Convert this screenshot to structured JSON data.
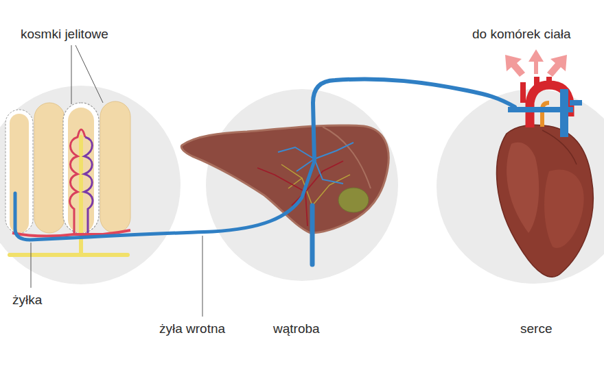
{
  "diagram": {
    "labels": [
      "kosmki jelitowe",
      "do komórek ciała",
      "żyłka",
      "żyła wrotna",
      "wątroba",
      "serce"
    ]
  }
}
